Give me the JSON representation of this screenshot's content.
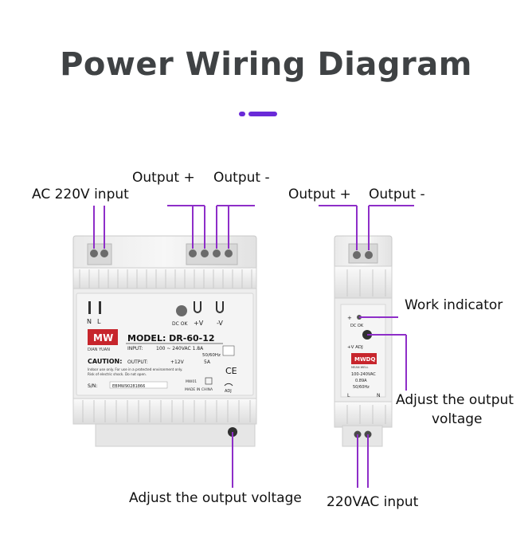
{
  "title": "Power Wiring Diagram",
  "accent_color": "#6a2ad8",
  "wire_color": "#8e2ec8",
  "labels": {
    "ac_input": "AC 220V input",
    "output_plus_left": "Output +",
    "output_minus_left": "Output -",
    "output_plus_right": "Output +",
    "output_minus_right": "Output -",
    "work_indicator": "Work indicator",
    "adjust_right_line1": "Adjust the output",
    "adjust_right_line2": "voltage",
    "adjust_left": "Adjust the output voltage",
    "vac_input": "220VAC input"
  },
  "device_large": {
    "terminal_n": "N",
    "terminal_l": "L",
    "dc_ok": "DC OK",
    "plus_v": "+V",
    "minus_v": "-V",
    "brand": "DIAN YUAN",
    "logo": "MW",
    "model": "MODEL: DR-60-12",
    "input_label": "INPUT:",
    "input_value": "100 ~ 240VAC  1.8A",
    "freq": "50/60Hz",
    "output_label": "OUTPUT:",
    "output_v": "+12V",
    "output_a": "5A",
    "caution_title": "CAUTION:",
    "caution_text_1": "Indoor use only. For use in a protected environment only.",
    "caution_text_2": "Risk of electric shock. Do not open.",
    "ce": "CE",
    "sn_label": "S/N:",
    "serial": "EBMW90281866",
    "mw01": "MW01",
    "made_in": "MADE IN CHINA",
    "adj": "ADJ"
  },
  "device_small": {
    "plus": "+",
    "minus": "-",
    "dc_ok": "DC OK",
    "plus_v_adj": "+V ADJ",
    "brand": "MWDQ",
    "brand_sub": "MEAN WELL",
    "spec_1": "100-240VAC",
    "spec_2": "0.89A",
    "spec_3": "50/60Hz",
    "terminal_l": "L",
    "terminal_n": "N"
  }
}
